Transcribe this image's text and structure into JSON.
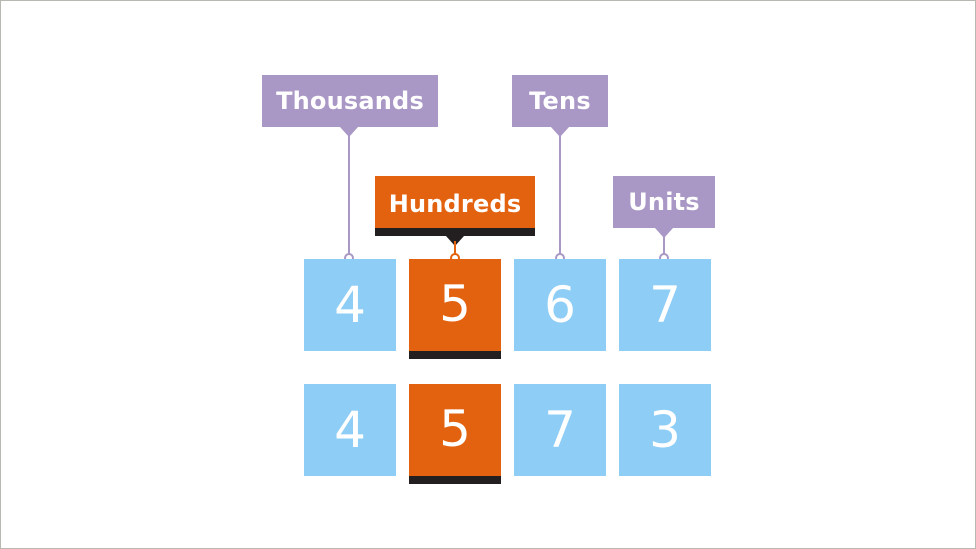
{
  "labels": {
    "thousands": "Thousands",
    "hundreds": "Hundreds",
    "tens": "Tens",
    "units": "Units"
  },
  "rows": [
    [
      "4",
      "5",
      "6",
      "7"
    ],
    [
      "4",
      "5",
      "7",
      "3"
    ]
  ],
  "highlight_column": "hundreds",
  "colors": {
    "digit_box": "#8ecdf6",
    "highlight": "#e3620f",
    "label_box": "#a997c5",
    "underline": "#231f20"
  }
}
